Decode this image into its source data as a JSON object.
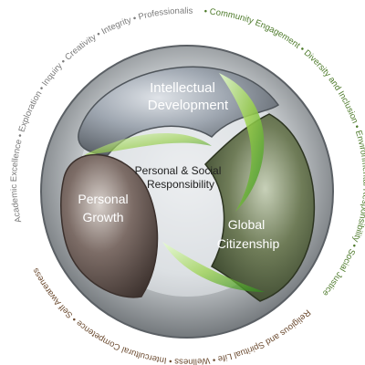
{
  "center": {
    "label_lines": [
      "Personal & Social",
      "Responsibility"
    ]
  },
  "lobes": [
    {
      "id": "intellectual",
      "label_lines": [
        "Intellectual",
        "Development"
      ],
      "tone": "gray"
    },
    {
      "id": "global",
      "label_lines": [
        "Global",
        "Citizenship"
      ],
      "tone": "green"
    },
    {
      "id": "personal",
      "label_lines": [
        "Personal",
        "Growth"
      ],
      "tone": "brown"
    }
  ],
  "ring": {
    "top_text": "Academic Excellence • Exploration • Inquiry • Creativity • Integrity • Professionalism",
    "right_text": "• Community Engagement • Diversity and Inclusion • Environmental Responsibility • Social Justice",
    "bottom_text": "Religious and Spiritual Life • Wellness • Intercultural Competence • Self Awareness",
    "top_color": "#7a7a7a",
    "right_color": "#4d7a2a",
    "bottom_color": "#6b4a2f"
  },
  "colors": {
    "gray": "#9aa1aa",
    "green": "#56653f",
    "brown": "#6d5f5a",
    "accent_green": "#2f8a1e",
    "lime": "#b8e06a"
  }
}
